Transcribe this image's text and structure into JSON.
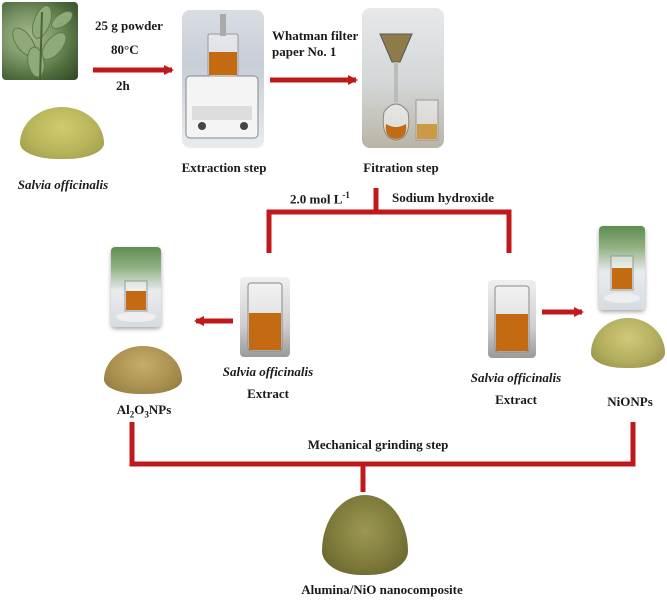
{
  "step1": {
    "amount": "25 g powder",
    "temperature": "80°C",
    "duration": "2h"
  },
  "filter_paper": {
    "line1": "Whatman filter",
    "line2": "paper No. 1"
  },
  "labels": {
    "plant": "Salvia officinalis",
    "extraction": "Extraction step",
    "filtration": "Fitration step",
    "concentration_value": "2.0 mol L",
    "concentration_sup": "-1",
    "reagent": "Sodium hydroxide",
    "extract_left_name": "Salvia officinalis",
    "extract_left_word": "Extract",
    "extract_right_name": "Salvia officinalis",
    "extract_right_word": "Extract",
    "alumina_prefix": "Al",
    "alumina_sub2": "2",
    "alumina_mid": "O",
    "alumina_sub3": "3",
    "alumina_suffix": "NPs",
    "nickel": "NiONPs",
    "grinding": "Mechanical grinding step",
    "product": "Alumina/NiO nanocomposite"
  },
  "colors": {
    "arrow": "#c0191c",
    "powder_light": "#b8b45a",
    "powder_dark": "#7e7a3a",
    "extract": "#c46a12"
  },
  "icons": [
    "leaf-photo-icon",
    "hotplate-stirrer-icon",
    "filter-funnel-icon",
    "beaker-icon",
    "powder-pile-icon"
  ]
}
